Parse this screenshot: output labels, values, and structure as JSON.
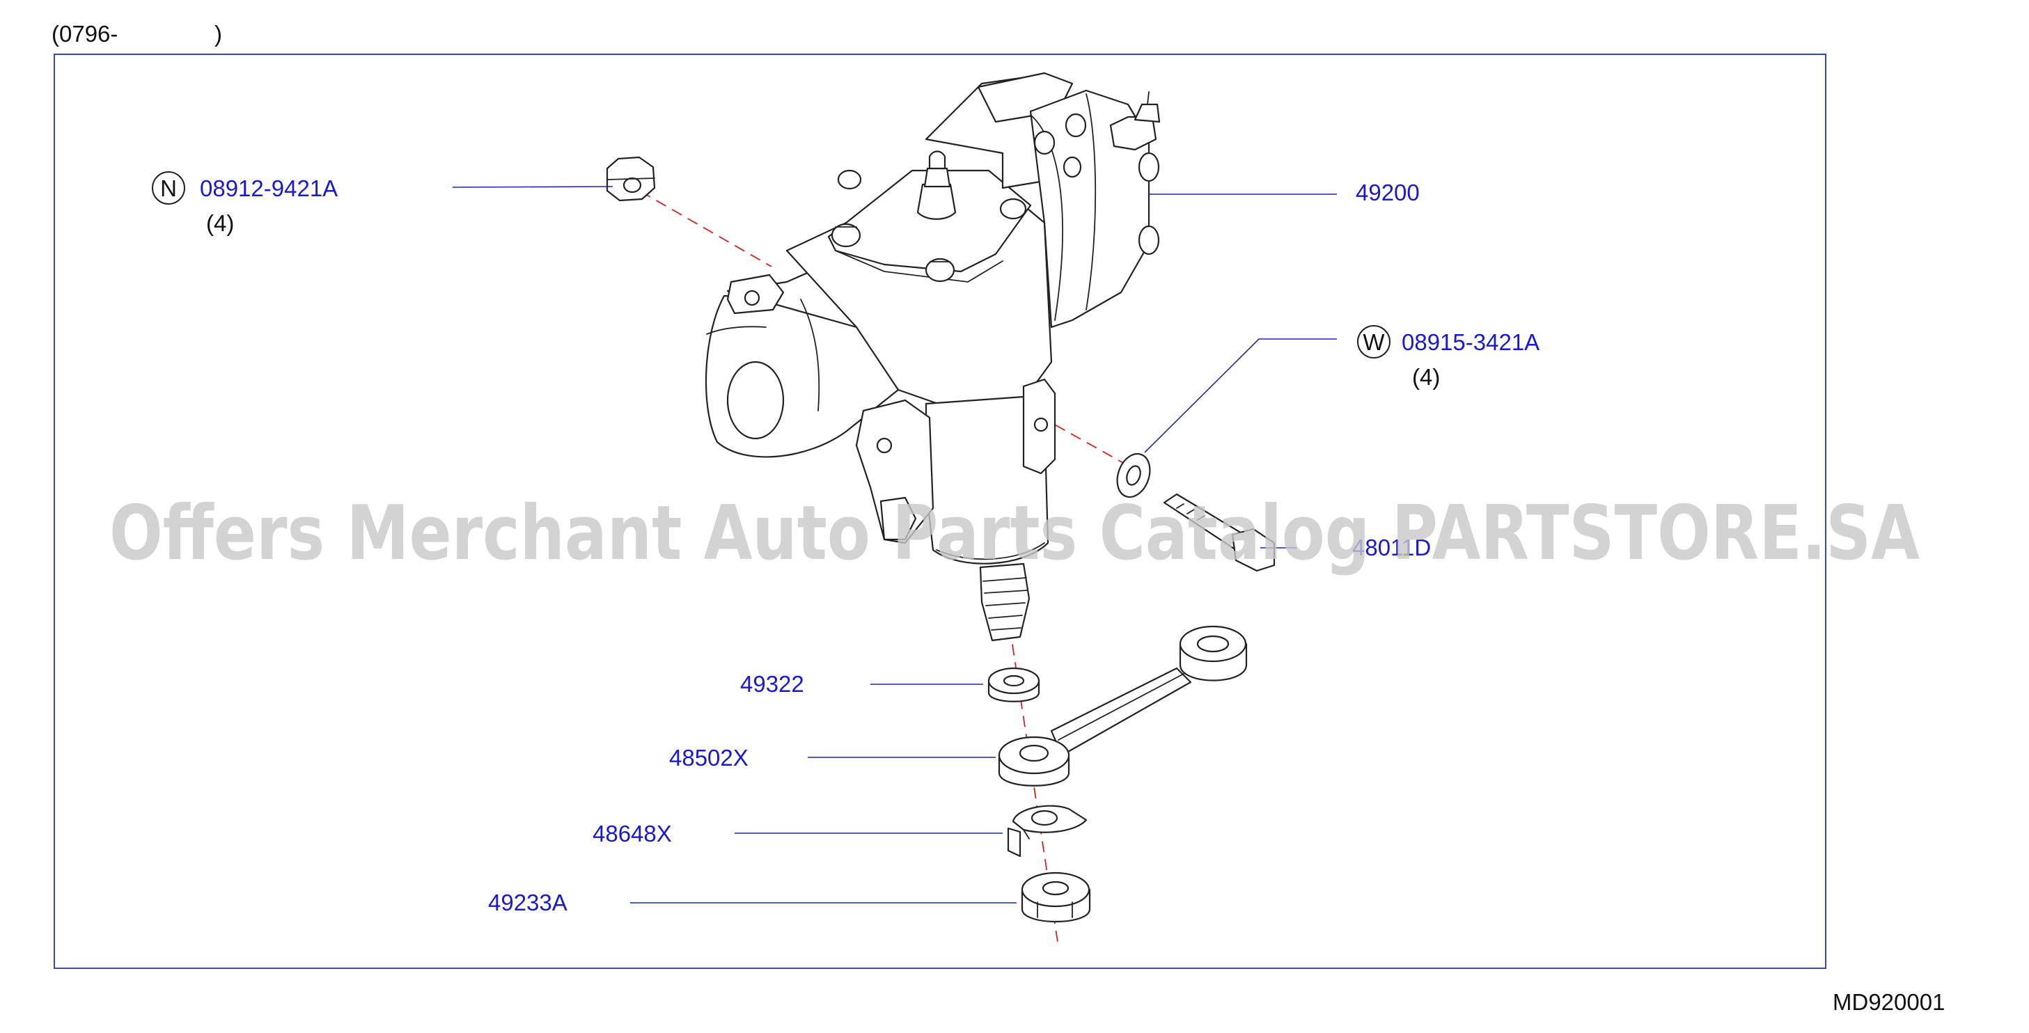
{
  "header": {
    "range_open": "(0796-",
    "range_close": ")"
  },
  "footer": {
    "diagram_code": "MD920001"
  },
  "watermark": "Offers Merchant Auto Parts Catalog PARTSTORE.SA",
  "parts": [
    {
      "key": "nut",
      "badge": "N",
      "part_no": "08912-9421A",
      "qty": "(4)"
    },
    {
      "key": "gear",
      "part_no": "49200"
    },
    {
      "key": "washer",
      "badge": "W",
      "part_no": "08915-3421A",
      "qty": "(4)"
    },
    {
      "key": "bolt",
      "part_no": "48011D"
    },
    {
      "key": "seal",
      "part_no": "49322"
    },
    {
      "key": "arm",
      "part_no": "48502X"
    },
    {
      "key": "lockwasher",
      "part_no": "48648X"
    },
    {
      "key": "armnut",
      "part_no": "49233A"
    }
  ],
  "colors": {
    "part_label": "#1a1acc",
    "frame": "#3a4aa8",
    "centerline": "#d42020"
  }
}
